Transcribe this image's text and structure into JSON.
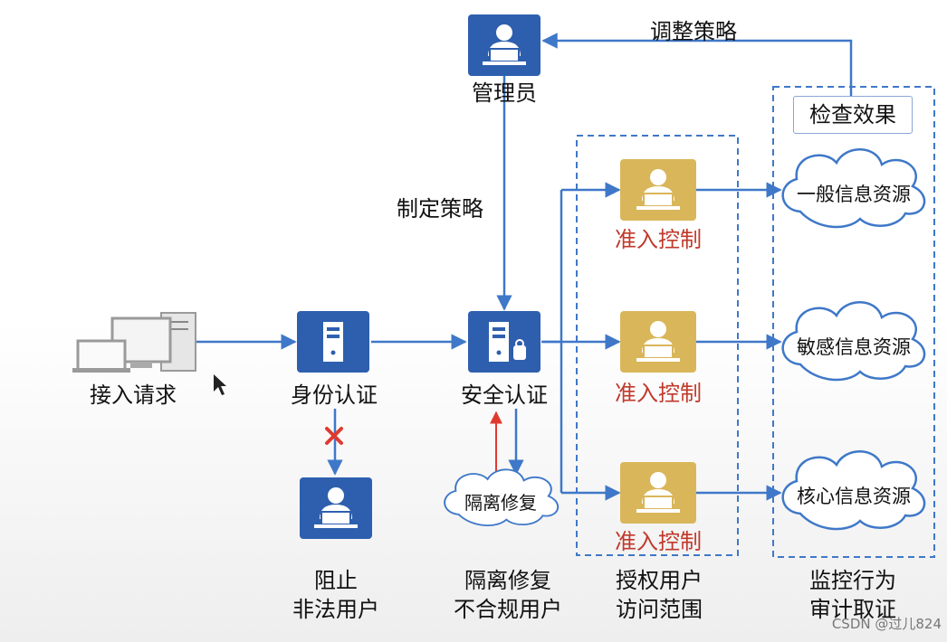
{
  "diagram": {
    "admin": {
      "label": "管理员"
    },
    "adjust_strategy": "调整策略",
    "make_strategy": "制定策略",
    "check_effect": "检查效果",
    "request": {
      "label": "接入请求"
    },
    "identity": {
      "label": "身份认证"
    },
    "security": {
      "label": "安全认证"
    },
    "block": {
      "label_line1": "阻止",
      "label_line2": "非法用户"
    },
    "isolate": {
      "cloud": "隔离修复",
      "label_line1": "隔离修复",
      "label_line2": "不合规用户"
    },
    "access_controls": [
      {
        "label": "准入控制"
      },
      {
        "label": "准入控制"
      },
      {
        "label": "准入控制"
      }
    ],
    "authorize": {
      "label_line1": "授权用户",
      "label_line2": "访问范围"
    },
    "resources": [
      {
        "label": "一般信息资源"
      },
      {
        "label": "敏感信息资源"
      },
      {
        "label": "核心信息资源"
      }
    ],
    "monitor": {
      "label_line1": "监控行为",
      "label_line2": "审计取证"
    }
  },
  "watermark": "CSDN @过儿824",
  "colors": {
    "flow": "#3f78c8",
    "icon_blue": "#2e5fae",
    "icon_gold": "#d9b659",
    "block_mark": "#e03a2f",
    "feedback": "#e03a2f"
  }
}
